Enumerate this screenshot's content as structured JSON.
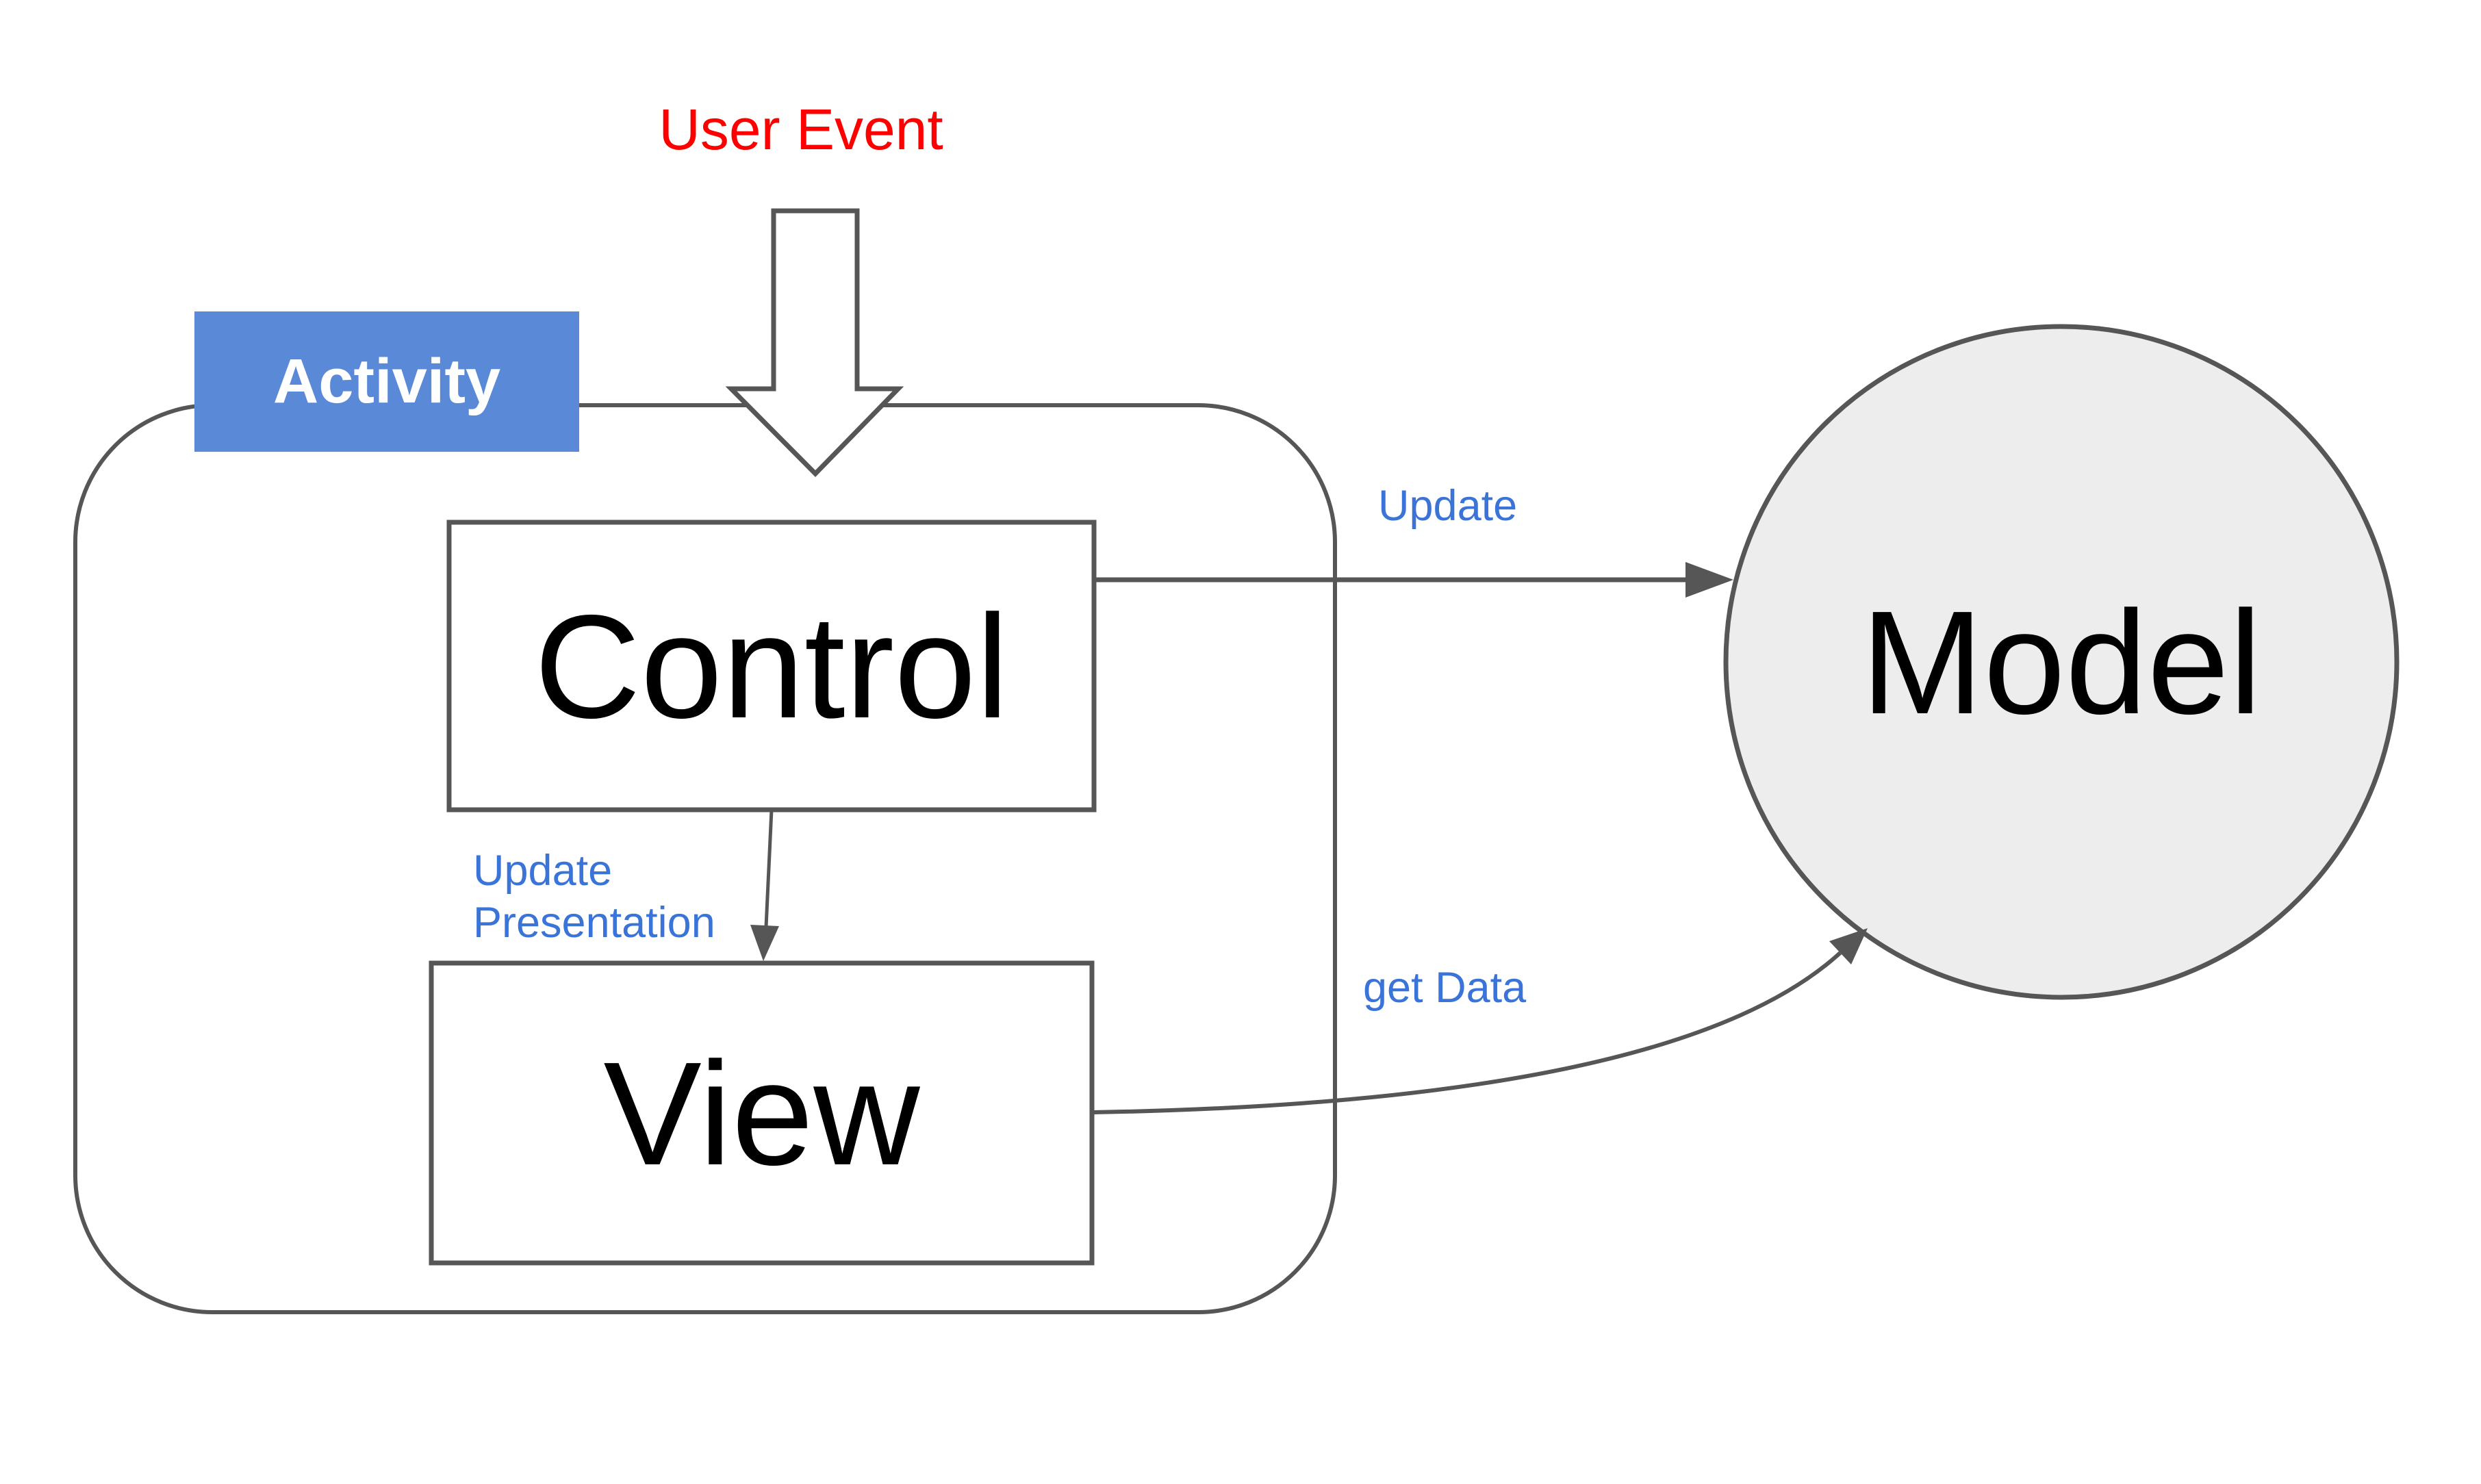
{
  "diagram": {
    "annotations": {
      "user_event": "User Event"
    },
    "nodes": {
      "activity": "Activity",
      "control": "Control",
      "view": "View",
      "model": "Model"
    },
    "edges": {
      "control_to_model_label": "Update",
      "control_to_view_label_line1": "Update",
      "control_to_view_label_line2": "Presentation",
      "view_to_model_label": "get Data"
    },
    "colors": {
      "background": "#FFFFFF",
      "line": "#565656",
      "user_event_text": "#FE0000",
      "edge_label_text": "#3B74D8",
      "activity_fill": "#5A89D8",
      "activity_text": "#FFFFFF",
      "node_box_fill": "#FFFFFF",
      "node_text": "#000000",
      "model_fill": "#EDEDED"
    }
  }
}
